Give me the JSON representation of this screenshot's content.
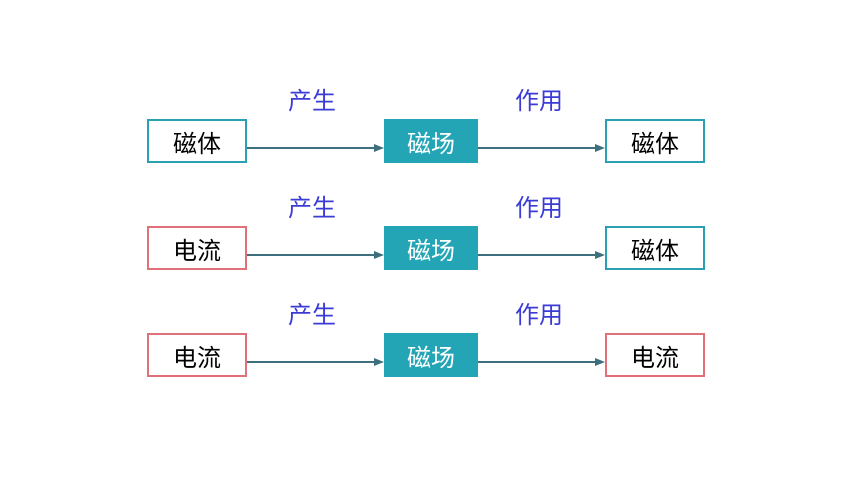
{
  "colors": {
    "source_border_magnet": "#2aa1b3",
    "source_border_current": "#e0707a",
    "field_fill": "#23a5b5",
    "arrow": "#3e6f7d",
    "label": "#3b3bd6"
  },
  "rows": [
    {
      "source": "磁体",
      "verb1": "产生",
      "field": "磁场",
      "verb2": "作用",
      "target": "磁体"
    },
    {
      "source": "电流",
      "verb1": "产生",
      "field": "磁场",
      "verb2": "作用",
      "target": "磁体"
    },
    {
      "source": "电流",
      "verb1": "产生",
      "field": "磁场",
      "verb2": "作用",
      "target": "电流"
    }
  ]
}
